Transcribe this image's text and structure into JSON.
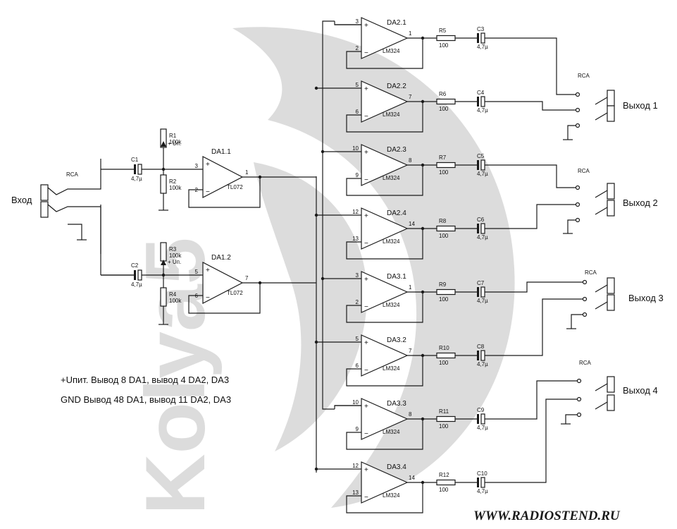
{
  "input": {
    "label": "Вход",
    "connector": "RCA"
  },
  "supply_label": "+ Uп.",
  "input_stage": [
    {
      "name": "DA1.1",
      "type": "TL072",
      "pin_plus": "3",
      "pin_minus": "2",
      "pin_out": "1",
      "capacitor": {
        "name": "C1",
        "value": "4,7µ"
      },
      "r_top": {
        "name": "R1",
        "value": "100k"
      },
      "r_bottom": {
        "name": "R2",
        "value": "100k"
      }
    },
    {
      "name": "DA1.2",
      "type": "TL072",
      "pin_plus": "5",
      "pin_minus": "6",
      "pin_out": "7",
      "capacitor": {
        "name": "C2",
        "value": "4,7µ"
      },
      "r_top": {
        "name": "R3",
        "value": "100k"
      },
      "r_bottom": {
        "name": "R4",
        "value": "100k"
      }
    }
  ],
  "buffers": [
    {
      "name": "DA2.1",
      "type": "LM324",
      "pin_plus": "3",
      "pin_minus": "2",
      "pin_out": "1",
      "resistor": {
        "name": "R5",
        "value": "100"
      },
      "capacitor": {
        "name": "C3",
        "value": "4,7µ"
      }
    },
    {
      "name": "DA2.2",
      "type": "LM324",
      "pin_plus": "5",
      "pin_minus": "6",
      "pin_out": "7",
      "resistor": {
        "name": "R6",
        "value": "100"
      },
      "capacitor": {
        "name": "C4",
        "value": "4,7µ"
      }
    },
    {
      "name": "DA2.3",
      "type": "LM324",
      "pin_plus": "10",
      "pin_minus": "9",
      "pin_out": "8",
      "resistor": {
        "name": "R7",
        "value": "100"
      },
      "capacitor": {
        "name": "C5",
        "value": "4,7µ"
      }
    },
    {
      "name": "DA2.4",
      "type": "LM324",
      "pin_plus": "12",
      "pin_minus": "13",
      "pin_out": "14",
      "resistor": {
        "name": "R8",
        "value": "100"
      },
      "capacitor": {
        "name": "C6",
        "value": "4,7µ"
      }
    },
    {
      "name": "DA3.1",
      "type": "LM324",
      "pin_plus": "3",
      "pin_minus": "2",
      "pin_out": "1",
      "resistor": {
        "name": "R9",
        "value": "100"
      },
      "capacitor": {
        "name": "C7",
        "value": "4,7µ"
      }
    },
    {
      "name": "DA3.2",
      "type": "LM324",
      "pin_plus": "5",
      "pin_minus": "6",
      "pin_out": "7",
      "resistor": {
        "name": "R10",
        "value": "100"
      },
      "capacitor": {
        "name": "C8",
        "value": "4,7µ"
      }
    },
    {
      "name": "DA3.3",
      "type": "LM324",
      "pin_plus": "10",
      "pin_minus": "9",
      "pin_out": "8",
      "resistor": {
        "name": "R11",
        "value": "100"
      },
      "capacitor": {
        "name": "C9",
        "value": "4,7µ"
      }
    },
    {
      "name": "DA3.4",
      "type": "LM324",
      "pin_plus": "12",
      "pin_minus": "13",
      "pin_out": "14",
      "resistor": {
        "name": "R12",
        "value": "100"
      },
      "capacitor": {
        "name": "C10",
        "value": "4,7µ"
      }
    }
  ],
  "outputs": [
    {
      "label": "Выход 1",
      "connector": "RCA"
    },
    {
      "label": "Выход 2",
      "connector": "RCA"
    },
    {
      "label": "Выход 3",
      "connector": "RCA"
    },
    {
      "label": "Выход 4",
      "connector": "RCA"
    }
  ],
  "notes": {
    "power": "+Uпит.  Вывод 8 DA1, вывод 4  DA2, DA3",
    "gnd": "GND  Вывод 48 DA1, вывод 11  DA2, DA3"
  },
  "website": "WWW.RADIOSTEND.RU",
  "watermark_text": "Kolya5",
  "colors": {
    "ink": "#1a1a1a",
    "watermark": "#dcdcdc",
    "background": "#ffffff"
  }
}
